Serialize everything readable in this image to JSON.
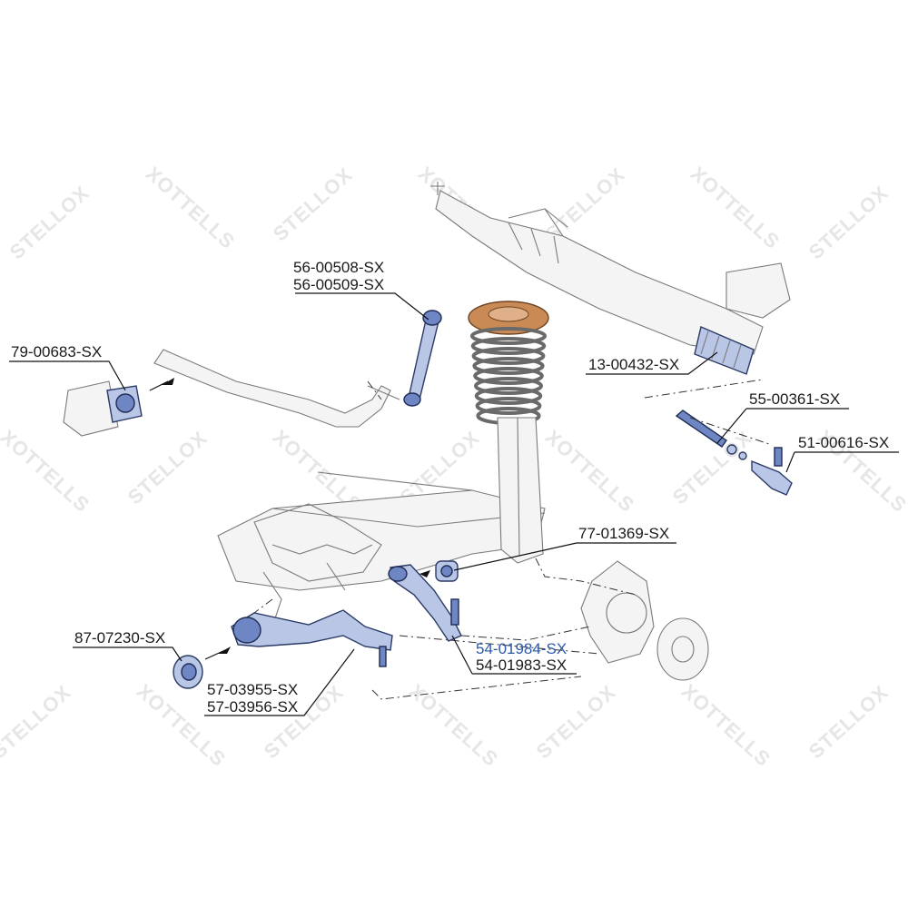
{
  "watermark": {
    "text": "STELLOX",
    "mirrored_text": "XOTTELLS"
  },
  "colors": {
    "part_fill": "#b9c6e6",
    "part_dark": "#6f86c4",
    "highlight_label": "#2b58a8",
    "copper": "#c98a55"
  },
  "labels": [
    {
      "id": "79-00683",
      "text": "79-00683-SX"
    },
    {
      "id": "56-00508",
      "text": "56-00508-SX"
    },
    {
      "id": "56-00509",
      "text": "56-00509-SX"
    },
    {
      "id": "13-00432",
      "text": "13-00432-SX"
    },
    {
      "id": "55-00361",
      "text": "55-00361-SX"
    },
    {
      "id": "51-00616",
      "text": "51-00616-SX"
    },
    {
      "id": "77-01369",
      "text": "77-01369-SX"
    },
    {
      "id": "54-01984",
      "text": "54-01984-SX",
      "highlighted": true
    },
    {
      "id": "54-01983",
      "text": "54-01983-SX"
    },
    {
      "id": "87-07230",
      "text": "87-07230-SX"
    },
    {
      "id": "57-03955",
      "text": "57-03955-SX"
    },
    {
      "id": "57-03956",
      "text": "57-03956-SX"
    }
  ]
}
